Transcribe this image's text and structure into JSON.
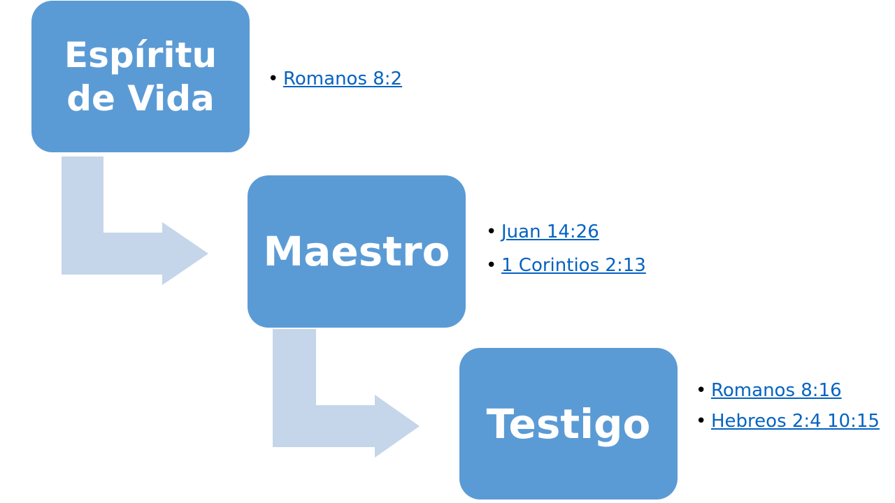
{
  "colors": {
    "box_fill": "#5b9bd5",
    "connector_fill": "#c5d5ea",
    "link": "#0563c1",
    "box_text": "#ffffff"
  },
  "nodes": [
    {
      "title": "Espíritu de Vida",
      "title_lines": [
        "Espíritu",
        "de Vida"
      ],
      "references": [
        "Romanos 8:2"
      ]
    },
    {
      "title": "Maestro",
      "title_lines": [
        "Maestro"
      ],
      "references": [
        "Juan 14:26",
        "1 Corintios 2:13"
      ]
    },
    {
      "title": "Testigo",
      "title_lines": [
        "Testigo"
      ],
      "references": [
        "Romanos 8:16",
        "Hebreos 2:4 10:15"
      ]
    }
  ]
}
